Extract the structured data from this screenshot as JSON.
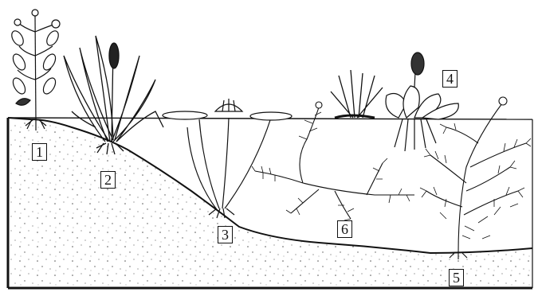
{
  "labels": {
    "plant_1": "1",
    "plant_2": "2",
    "plant_3": "3",
    "plant_4": "4",
    "plant_5": "5",
    "plant_6": "6"
  },
  "colors": {
    "ink": "#111111",
    "paper": "#ffffff"
  }
}
